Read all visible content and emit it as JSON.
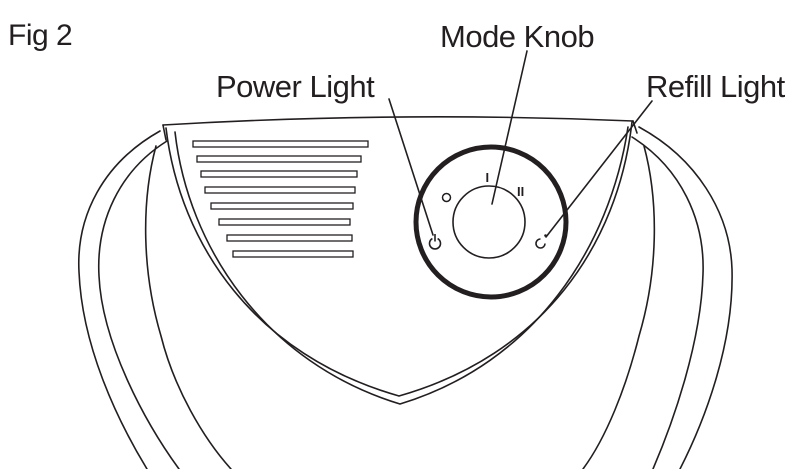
{
  "figure": {
    "title": "Fig 2",
    "type": "device-top-view-line-diagram",
    "device": "humidifier top panel"
  },
  "annotations": {
    "power_light": "Power Light",
    "mode_knob": "Mode Knob",
    "refill_light": "Refill Light"
  },
  "knob": {
    "markings": {
      "off": "O",
      "mode1": "I",
      "mode2": "II"
    }
  },
  "icons": {
    "power": "power-icon",
    "refill": "refill-icon"
  },
  "vents": {
    "slat_count": 8
  },
  "colors": {
    "line": "#231f20",
    "background": "#ffffff"
  }
}
